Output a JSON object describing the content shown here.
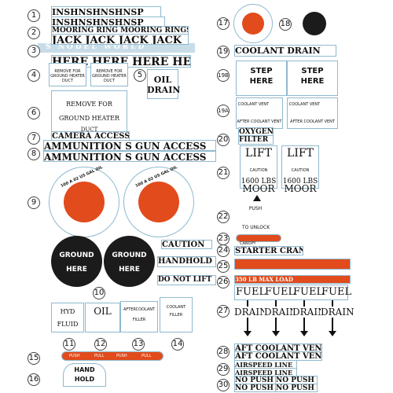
{
  "labels": {
    "n1": "1",
    "n2": "2",
    "n3": "3",
    "n4": "4",
    "n5": "5",
    "n6": "6",
    "n7": "7",
    "n8": "8",
    "n9": "9",
    "n10": "10",
    "n11": "11",
    "n12": "12",
    "n13": "13",
    "n14": "14",
    "n15": "15",
    "n16": "16",
    "n17": "17",
    "n18": "18",
    "n19": "19",
    "n19b": "19B",
    "n19a": "19A",
    "n20": "20",
    "n21": "21",
    "n22": "22",
    "n23": "23",
    "n24": "24",
    "n25": "25",
    "n26": "26",
    "n27": "27",
    "n28": "28",
    "n29": "29",
    "n30": "30"
  },
  "watermark": "S NODEL WORLD",
  "left": {
    "l1": "INSHNSHNSHNSP",
    "l2a": "INSHNSHNSHNSP",
    "l2b": "MOORING RING MOORING RINGS",
    "l3": "JACK JACK JACK JACK",
    "l3b": "HERE HERE HERE HERE",
    "remove_small": "REMOVE FOR GROUND HEATER DUCT",
    "oil_drain": "OIL DRAIN",
    "remove_big": "REMOVE FOR",
    "ground_heater": "GROUND HEATER",
    "duct": "DUCT",
    "camera": "CAMERA ACCESS",
    "ammo": "AMMUNITION S GUN ACCESS",
    "gauge_text": "100 A 02 US GAL OIL",
    "ground": "GROUND",
    "here": "HERE",
    "caution": "CAUTION",
    "handhold_lift": "HANDHOLD LIFT",
    "do_not_lift": "DO NOT LIFT",
    "hyd": "HYD",
    "fluid": "FLUID",
    "oil": "OIL",
    "aftercoolant": "AFTERCOOLANT",
    "filler": "FILLER",
    "coolant": "COOLANT",
    "push": "PUSH",
    "pull": "PULL",
    "hand": "HAND",
    "hold": "HOLD"
  },
  "right": {
    "coolant_drain": "COOLANT DRAIN",
    "step": "STEP",
    "here": "HERE",
    "coolant_vent": "COOLANT VENT",
    "after_coolant_vent": "AFTER COOLANT VENT",
    "oxygen": "OXYGEN",
    "filter": "FILTER",
    "lift": "LIFT",
    "caution": "CAUTION",
    "lbs": "1600 LBS",
    "moor": "MOOR",
    "push": "PUSH",
    "to_unlock": "TO UNLOCK",
    "canopy": "CANOPY",
    "starter_crank": "STARTER CRANK",
    "max_load": "350 LB MAX LOAD",
    "fuel": "FUEL",
    "drain": "DRAIN",
    "aft_coolant_vent": "AFT COOLANT VENT",
    "airspeed_line": "AIRSPEED LINE",
    "no_push": "NO PUSH"
  },
  "colors": {
    "accent_orange": "#e24b1c",
    "outline_blue": "#8fb9cf",
    "dark_disc": "#1b1b1b"
  }
}
